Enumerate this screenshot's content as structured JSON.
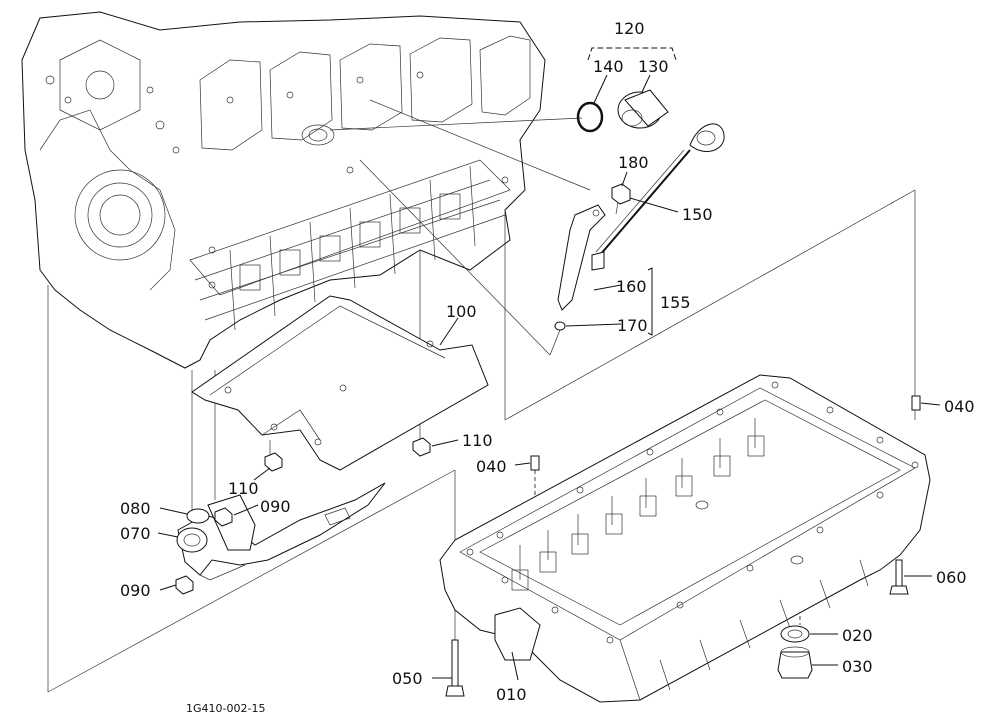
{
  "drawing_id": "1G410-002-15",
  "parts": [
    {
      "ref": "010",
      "name": "oil-pan"
    },
    {
      "ref": "020",
      "name": "gasket"
    },
    {
      "ref": "030",
      "name": "drain-plug"
    },
    {
      "ref": "040",
      "name": "dowel-pin"
    },
    {
      "ref": "050",
      "name": "bolt"
    },
    {
      "ref": "060",
      "name": "bolt"
    },
    {
      "ref": "070",
      "name": "oil-strainer"
    },
    {
      "ref": "080",
      "name": "o-ring"
    },
    {
      "ref": "090",
      "name": "bolt"
    },
    {
      "ref": "100",
      "name": "oil-baffle-plate"
    },
    {
      "ref": "110",
      "name": "bolt"
    },
    {
      "ref": "120",
      "name": "oil-filler-assembly"
    },
    {
      "ref": "130",
      "name": "oil-filler-cap"
    },
    {
      "ref": "140",
      "name": "o-ring"
    },
    {
      "ref": "150",
      "name": "oil-level-gauge"
    },
    {
      "ref": "155",
      "name": "oil-gauge-guide-assembly"
    },
    {
      "ref": "160",
      "name": "oil-gauge-guide"
    },
    {
      "ref": "170",
      "name": "o-ring"
    },
    {
      "ref": "180",
      "name": "bolt"
    }
  ],
  "callouts": {
    "l120": "120",
    "l140": "140",
    "l130": "130",
    "l180": "180",
    "l150": "150",
    "l160": "160",
    "l155": "155",
    "l170": "170",
    "l100": "100",
    "l040a": "040",
    "l040b": "040",
    "l110a": "110",
    "l110b": "110",
    "l090a": "090",
    "l090b": "090",
    "l080": "080",
    "l070": "070",
    "l060": "060",
    "l020": "020",
    "l030": "030",
    "l050": "050",
    "l010": "010"
  }
}
